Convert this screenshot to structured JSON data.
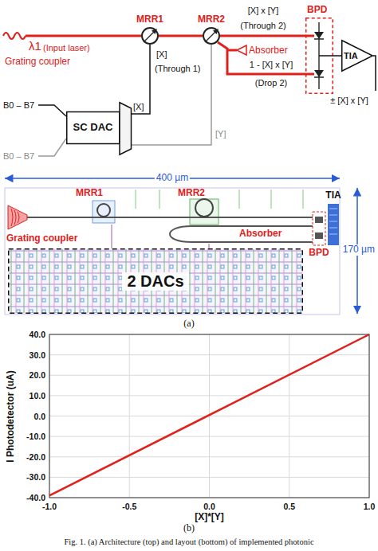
{
  "diagram": {
    "caption": "Fig. 1. (a) Architecture (top) and layout (bottom) of implemented photonic",
    "nodes": [
      {
        "text": [
          "SC DAC"
        ]
      },
      {
        "text": [
          "MRR1"
        ]
      },
      {
        "text": [
          "MRR2"
        ]
      },
      {
        "text": [
          "BPD"
        ]
      },
      {
        "text": [
          "TIA"
        ]
      },
      {
        "text": [
          "2 DACs"
        ]
      }
    ],
    "edges": [
      {
        "from": 1,
        "to": 2,
        "arrow": "none"
      },
      {
        "from": 0,
        "to": 1,
        "arrow": "none"
      },
      {
        "from": 0,
        "to": 2,
        "arrow": "none"
      },
      {
        "from": 2,
        "to": 3,
        "arrow": "none"
      },
      {
        "from": 3,
        "to": 4,
        "arrow": "none"
      }
    ],
    "labels": [
      "λ1",
      "(Input laser)",
      "Grating coupler",
      "[X]",
      "(Through 1)",
      "[X] x [Y]",
      "(Through 2)",
      "Absorber",
      "1 - [X] x [Y]",
      "(Drop 2)",
      "± [X] x [Y]",
      "B0 – B7",
      "[X]",
      "B0 – B7",
      "[Y]",
      "400 µm",
      "MRR1",
      "MRR2",
      "Grating coupler",
      "Absorber",
      "TIA",
      "BPD",
      "170 µm",
      "(a)",
      "I Photodetector (uA)",
      "40.0",
      "30.0",
      "20.0",
      "10.0",
      "0.0",
      "-10.0",
      "-20.0",
      "-30.0",
      "-40.0",
      "-1.0",
      "-0.5",
      "0.0",
      "0.5",
      "1.0",
      "[X]*[Y]",
      "(b)"
    ]
  }
}
